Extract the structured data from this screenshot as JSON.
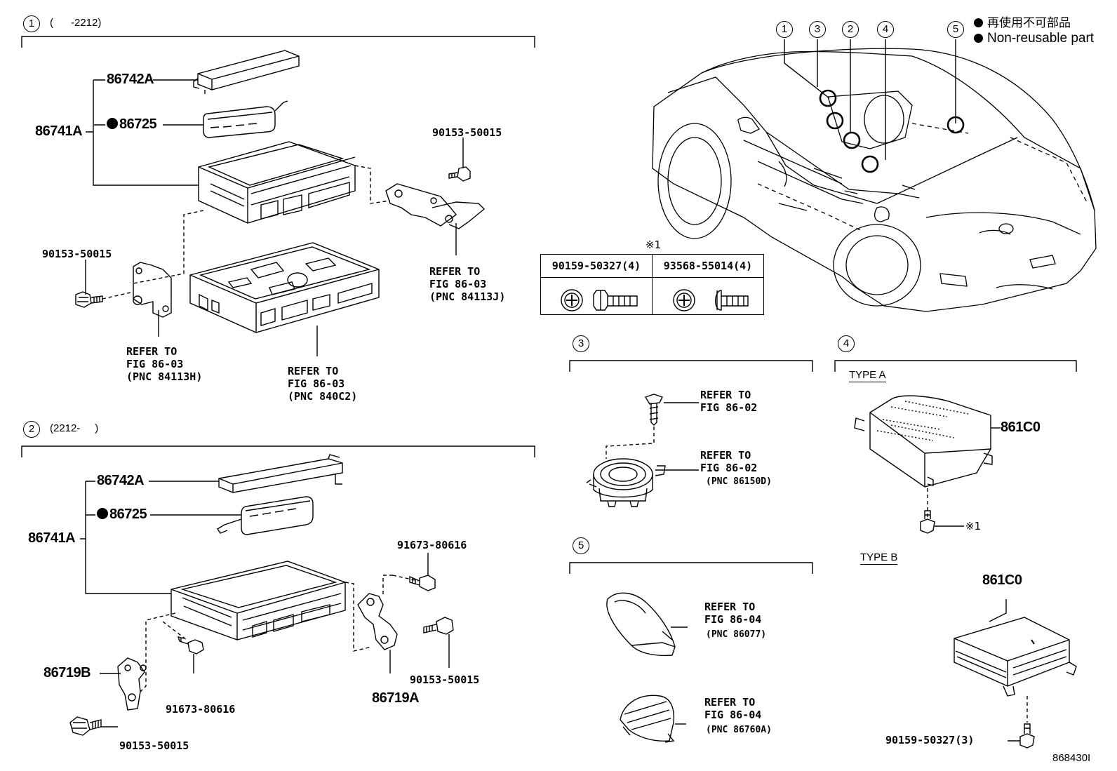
{
  "sections": {
    "s1": {
      "num": "1",
      "range": "(      -2212)"
    },
    "s2": {
      "num": "2",
      "range": "(2212-     )"
    },
    "s3": {
      "num": "3"
    },
    "s4": {
      "num": "4"
    },
    "s5": {
      "num": "5"
    }
  },
  "legend": {
    "jp": "再使用不可部品",
    "en": "Non-reusable part"
  },
  "callouts": [
    "1",
    "3",
    "2",
    "4",
    "5"
  ],
  "table": {
    "note": "※1",
    "col1": "90159-50327(4)",
    "col2": "93568-55014(4)"
  },
  "s1_labels": {
    "p86742a": "86742A",
    "p86741a": "86741A",
    "p86725": "86725",
    "bolt_right": "90153-50015",
    "bolt_left": "90153-50015",
    "ref_right": "REFER TO\nFIG 86-03\n(PNC 84113J)",
    "ref_left": "REFER TO\nFIG 86-03\n(PNC 84113H)",
    "ref_center": "REFER TO\nFIG 86-03\n(PNC 840C2)"
  },
  "s2_labels": {
    "p86742a": "86742A",
    "p86741a": "86741A",
    "p86725": "86725",
    "bolt_tr": "91673-80616",
    "bolt_mr": "90153-50015",
    "p86719a": "86719A",
    "bolt_ml": "91673-80616",
    "p86719b": "86719B",
    "bolt_bl": "90153-50015"
  },
  "s3_labels": {
    "ref_top": "REFER TO\nFIG 86-02",
    "ref_mid": "REFER TO\nFIG 86-02",
    "pnc_mid": "(PNC 86150D)"
  },
  "s4_labels": {
    "type_a": "TYPE A",
    "type_b": "TYPE B",
    "part_a": "861C0",
    "part_b": "861C0",
    "note_a": "※1",
    "bolt_b": "90159-50327(3)"
  },
  "s5_labels": {
    "ref_top": "REFER TO\nFIG 86-04",
    "pnc_top": "(PNC 86077)",
    "ref_bot": "REFER TO\nFIG 86-04",
    "pnc_bot": "(PNC 86760A)"
  },
  "figure_id": "868430I"
}
